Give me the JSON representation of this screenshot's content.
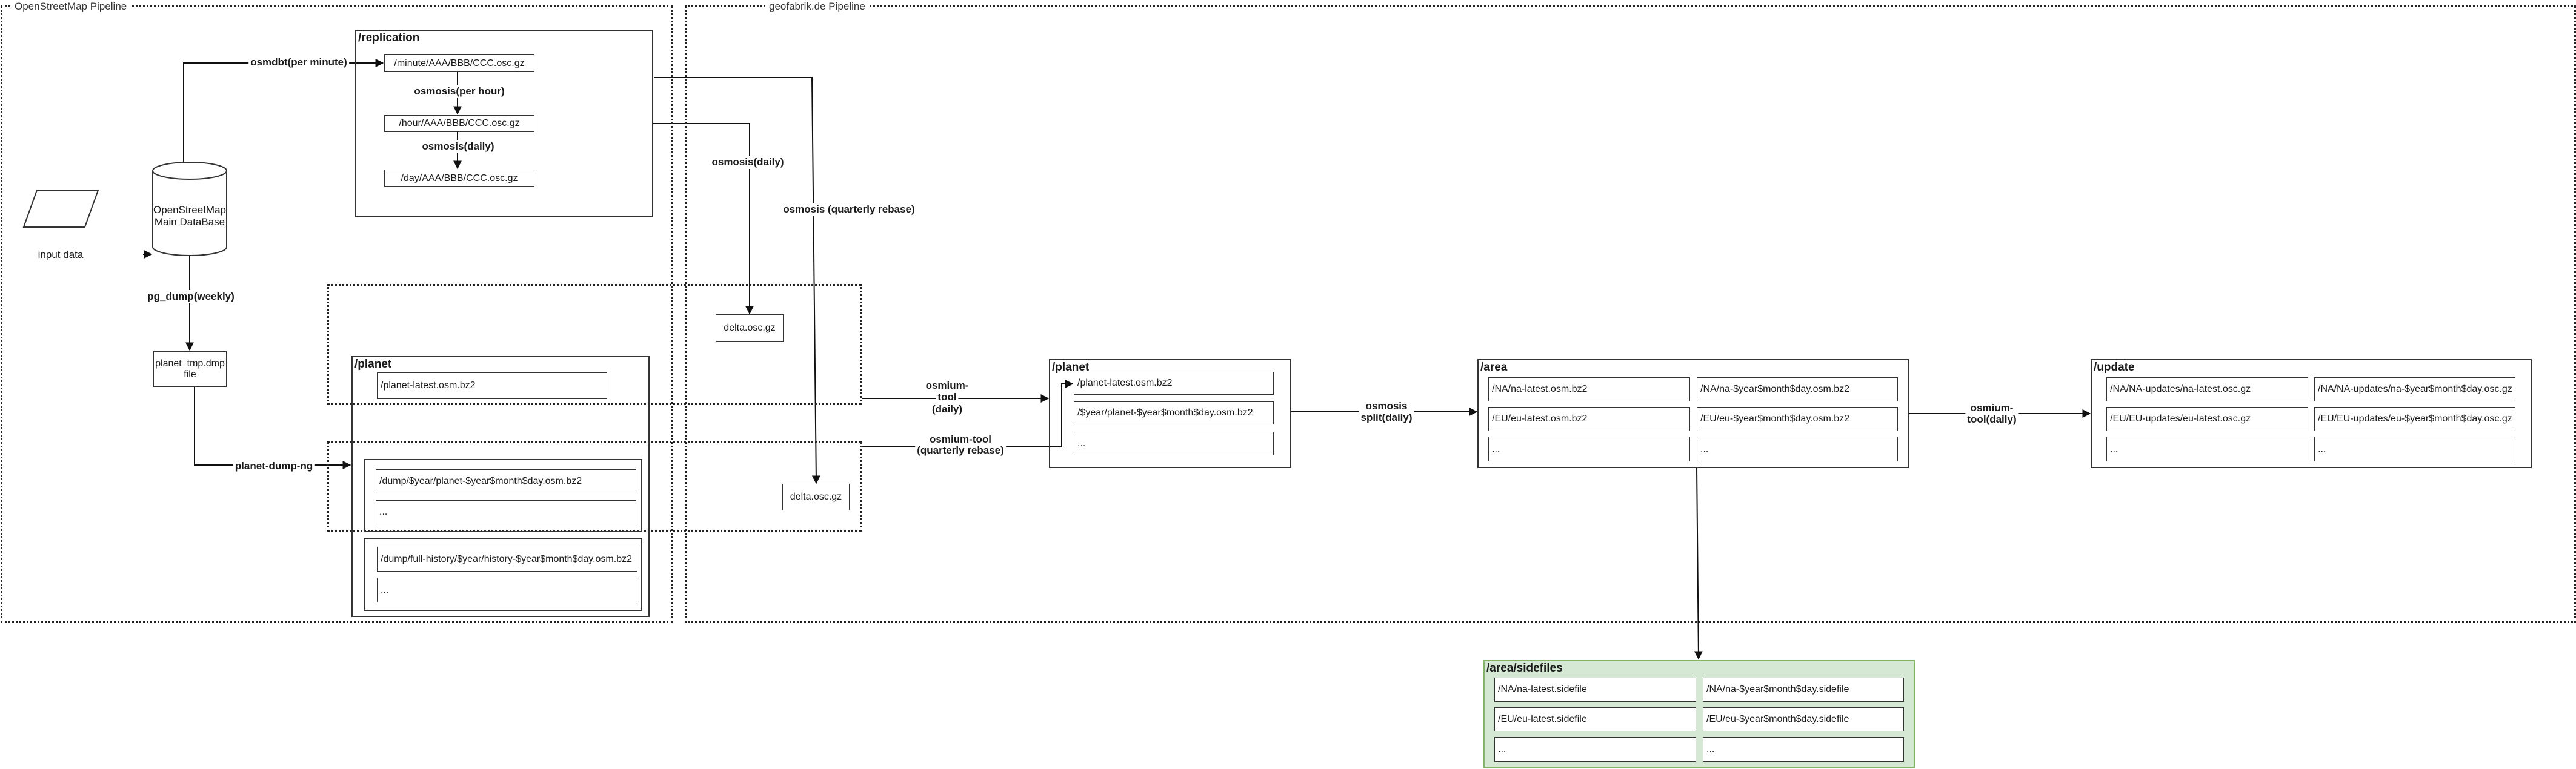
{
  "clusters": {
    "osm_pipeline": "OpenStreetMap Pipeline",
    "geofabrik_pipeline": "geofabrik.de Pipeline"
  },
  "nodes": {
    "input_data": "input data",
    "osm_db_line1": "OpenStreetMap",
    "osm_db_line2": "Main DataBase",
    "planet_tmp": "planet_tmp.dmp file",
    "delta_1": "delta.osc.gz",
    "delta_2": "delta.osc.gz"
  },
  "replication": {
    "title": "/replication",
    "items": [
      "/minute/AAA/BBB/CCC.osc.gz",
      "/hour/AAA/BBB/CCC.osc.gz",
      "/day/AAA/BBB/CCC.osc.gz"
    ]
  },
  "osm_planet": {
    "title": "/planet",
    "latest": "/planet-latest.osm.bz2",
    "dump_items": [
      "/dump/$year/planet-$year$month$day.osm.bz2",
      "..."
    ],
    "history_items": [
      "/dump/full-history/$year/history-$year$month$day.osm.bz2",
      "..."
    ]
  },
  "geo_planet": {
    "title": "/planet",
    "items": [
      "/planet-latest.osm.bz2",
      "/$year/planet-$year$month$day.osm.bz2",
      "..."
    ]
  },
  "area": {
    "title": "/area",
    "rows": [
      [
        "/NA/na-latest.osm.bz2",
        "/NA/na-$year$month$day.osm.bz2"
      ],
      [
        "/EU/eu-latest.osm.bz2",
        "/EU/eu-$year$month$day.osm.bz2"
      ],
      [
        "...",
        "..."
      ]
    ]
  },
  "update": {
    "title": "/update",
    "rows": [
      [
        "/NA/NA-updates/na-latest.osc.gz",
        "/NA/NA-updates/na-$year$month$day.osc.gz"
      ],
      [
        "/EU/EU-updates/eu-latest.osc.gz",
        "/EU/EU-updates/eu-$year$month$day.osc.gz"
      ],
      [
        "...",
        "..."
      ]
    ]
  },
  "sidefiles": {
    "title": "/area/sidefiles",
    "rows": [
      [
        "/NA/na-latest.sidefile",
        "/NA/na-$year$month$day.sidefile"
      ],
      [
        "/EU/eu-latest.sidefile",
        "/EU/eu-$year$month$day.sidefile"
      ],
      [
        "...",
        "..."
      ]
    ]
  },
  "edges": {
    "osmdbt": "osmdbt(per minute)",
    "osmosis_hour": "osmosis(per hour)",
    "osmosis_daily_1": "osmosis(daily)",
    "osmosis_daily_2": "osmosis(daily)",
    "osmosis_quarterly": "osmosis (quarterly rebase)",
    "pg_dump": "pg_dump(weekly)",
    "planet_dump_ng": "planet-dump-ng",
    "osmium_daily_1": "osmium-",
    "osmium_daily_2": "tool",
    "osmium_daily_3": "(daily)",
    "osmium_quarterly_1": "osmium-tool",
    "osmium_quarterly_2": "(quarterly rebase)",
    "osmosis_split_1": "osmosis",
    "osmosis_split_2": "split(daily)",
    "osmium_update_1": "osmium-",
    "osmium_update_2": "tool(daily)"
  }
}
